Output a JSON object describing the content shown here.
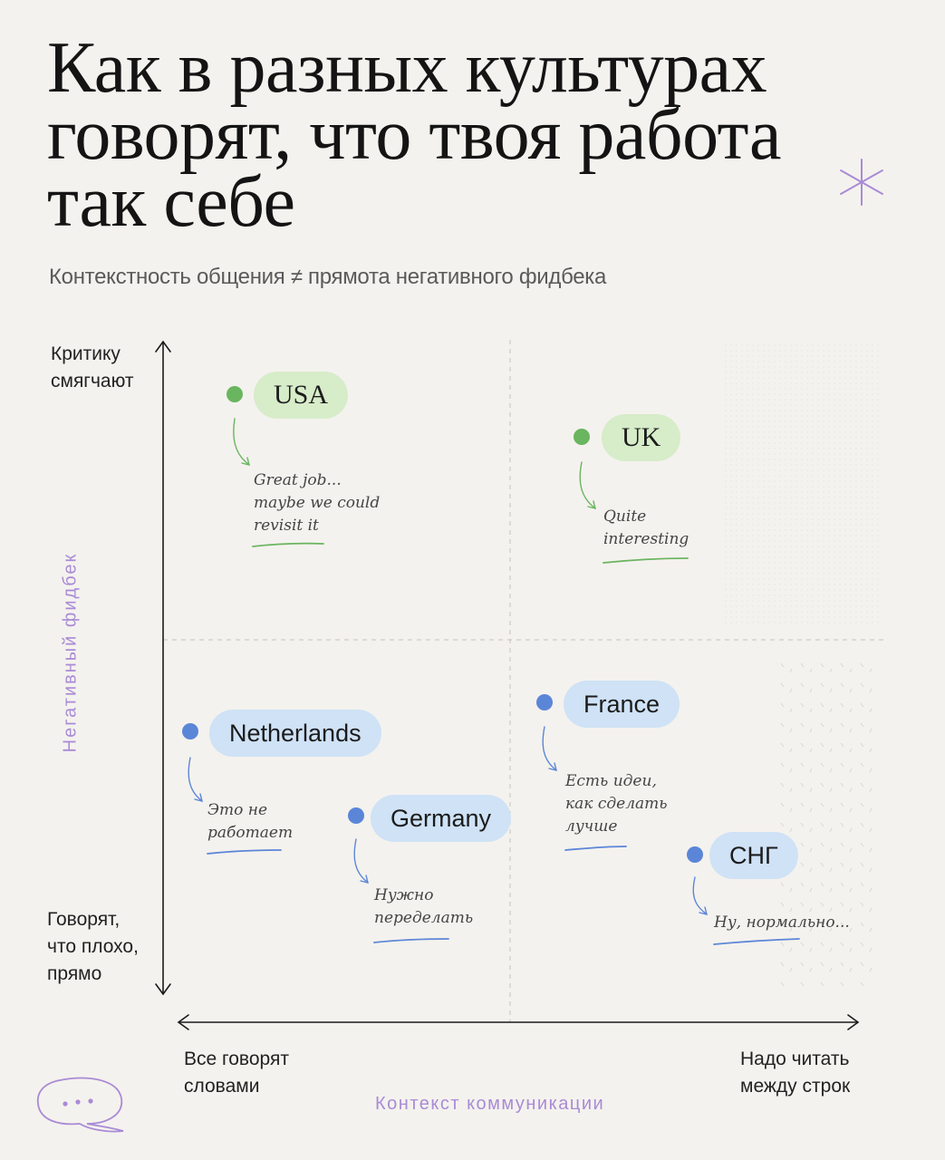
{
  "title": {
    "line1": "Как в разных культурах",
    "line2": "говорят, что твоя работа",
    "line3": "так себе"
  },
  "subtitle": "Контекстность общения ≠ прямота негативного фидбека",
  "axes": {
    "y_title": "Негативный фидбек",
    "y_top": "Критику смягчают",
    "y_bottom": "Говорят, что плохо, прямо",
    "x_title": "Контекст коммуникации",
    "x_left": "Все говорят словами",
    "x_right": "Надо читать между строк"
  },
  "countries": [
    {
      "name": "USA",
      "quote": "Great job...\nmaybe we could\nrevisit it",
      "color": "green"
    },
    {
      "name": "UK",
      "quote": "Quite\ninteresting",
      "color": "green"
    },
    {
      "name": "Netherlands",
      "quote": "Это не\nработает",
      "color": "blue"
    },
    {
      "name": "Germany",
      "quote": "Нужно\nпеределать",
      "color": "blue"
    },
    {
      "name": "France",
      "quote": "Есть идеи,\nкак сделать\nлучше",
      "color": "blue"
    },
    {
      "name": "СНГ",
      "quote": "Ну, нормально...",
      "color": "blue"
    }
  ],
  "colors": {
    "green_dot": "#6ab560",
    "green_pill": "#d7ecc9",
    "blue_dot": "#5b86d8",
    "blue_pill": "#cfe2f6",
    "accent_purple": "#a98bd6",
    "background": "#f4f2ee"
  },
  "icons": [
    "sparkle-icon",
    "chat-bubble-icon"
  ]
}
